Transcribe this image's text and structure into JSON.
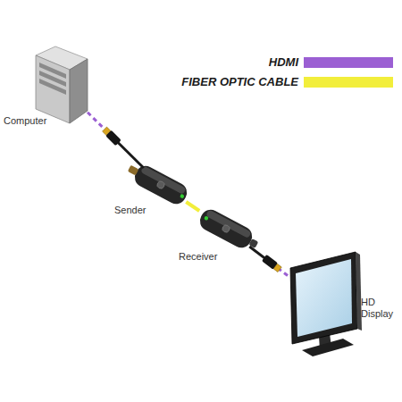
{
  "diagram": {
    "nodes": [
      {
        "text": [
          "Computer"
        ]
      },
      {
        "text": [
          "Sender"
        ]
      },
      {
        "text": [
          "Receiver"
        ]
      },
      {
        "text": [
          "HD Display"
        ]
      }
    ],
    "edges": [
      {
        "from": 0,
        "to": 1,
        "arrow": "none"
      },
      {
        "from": 1,
        "to": 2,
        "arrow": "none"
      },
      {
        "from": 2,
        "to": 3,
        "arrow": "none"
      }
    ],
    "legend": [
      {
        "text": "HDMI",
        "color": "#9b5fd3"
      },
      {
        "text": "FIBER OPTIC CABLE",
        "color": "#f2ee3b"
      }
    ]
  }
}
